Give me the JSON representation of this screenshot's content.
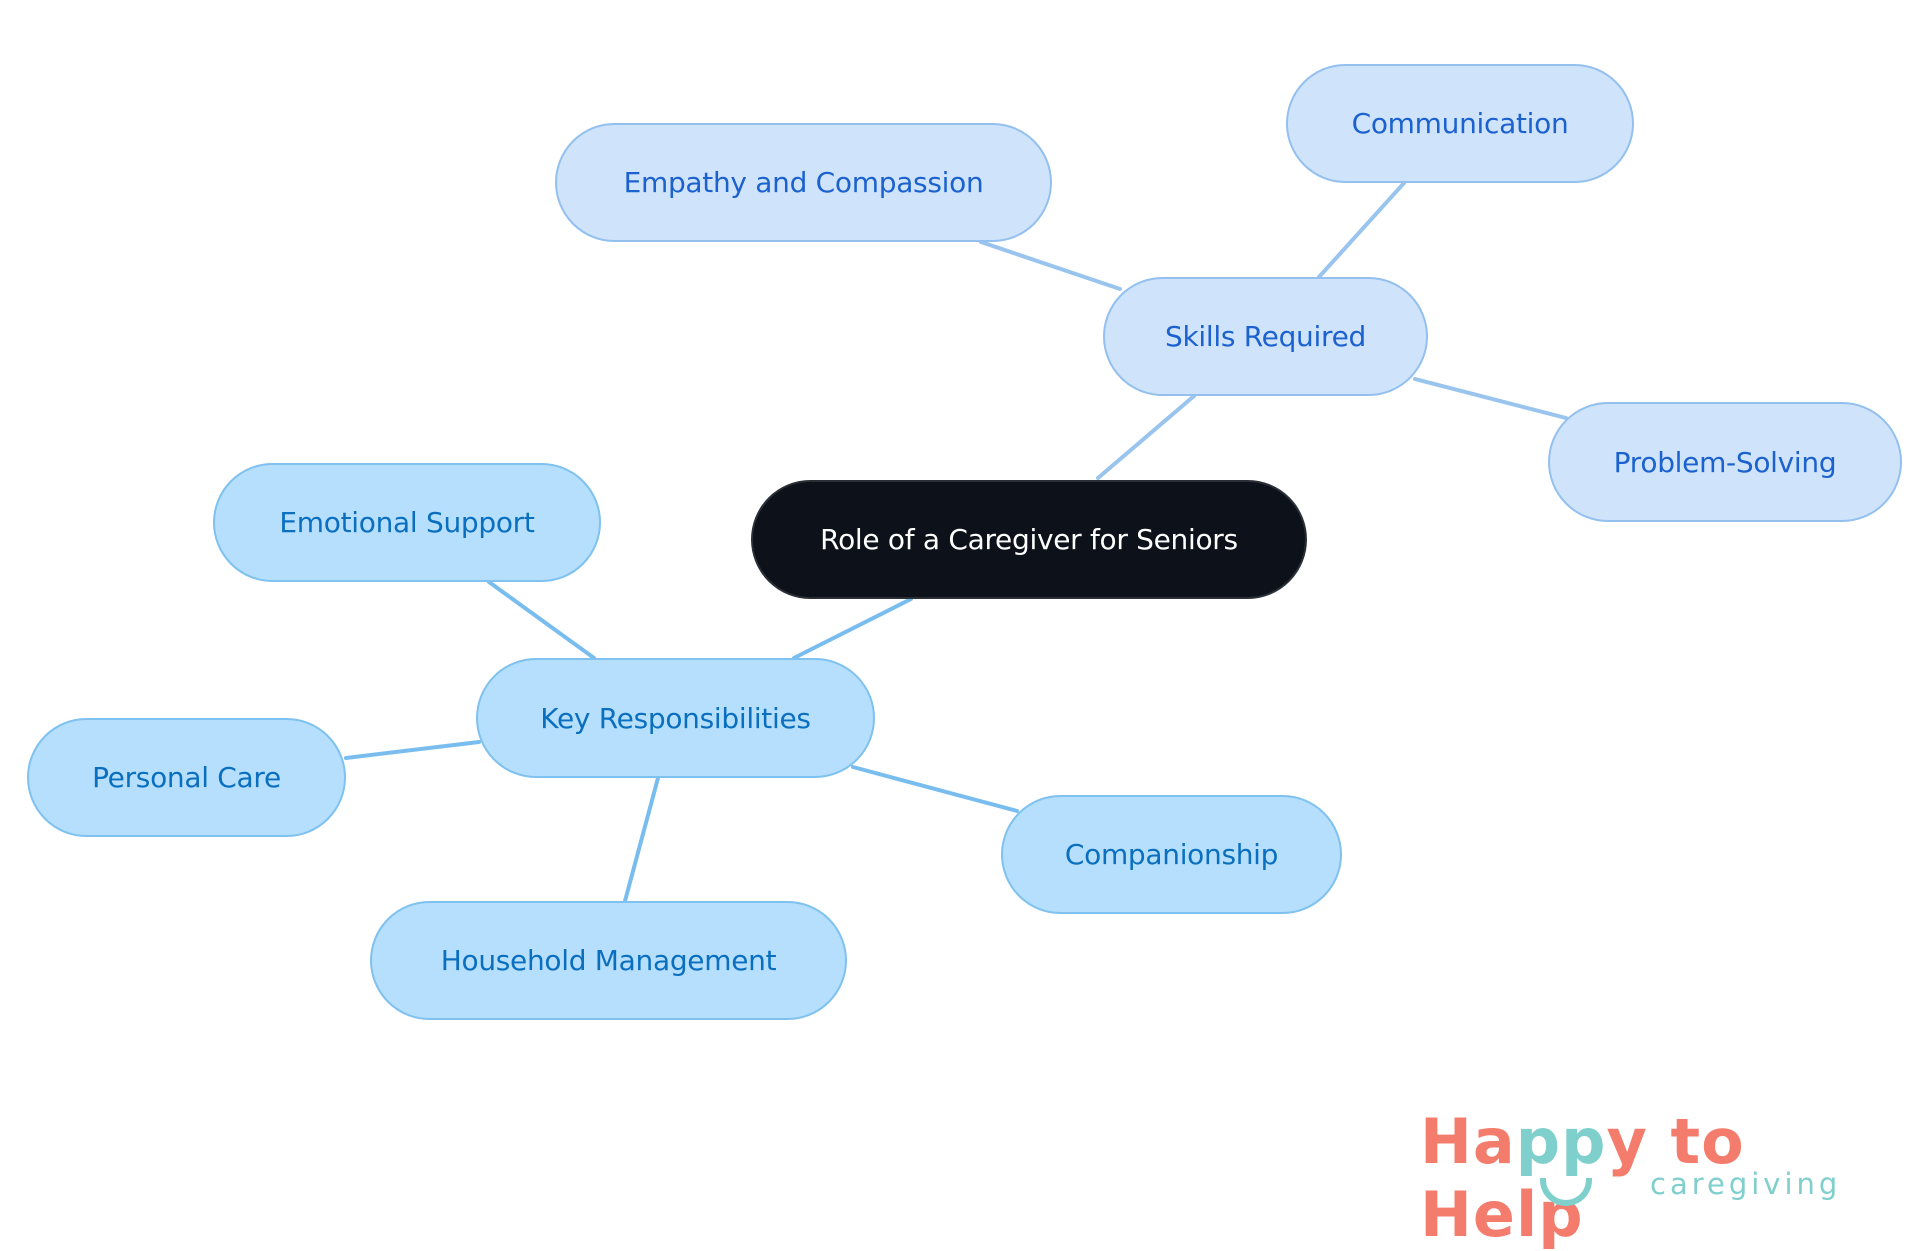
{
  "root": {
    "label": "Role of a Caregiver for Seniors"
  },
  "branches": {
    "skills": {
      "label": "Skills Required",
      "children": [
        "Empathy and Compassion",
        "Communication",
        "Problem-Solving"
      ]
    },
    "key": {
      "label": "Key Responsibilities",
      "children": [
        "Emotional Support",
        "Personal Care",
        "Household Management",
        "Companionship"
      ]
    }
  },
  "logo": {
    "line1_a": "Ha",
    "line1_b": "pp",
    "line1_c": "y to Help",
    "line2": "caregiving"
  },
  "colors": {
    "root": "#0d121a",
    "skills_fill": "#cfe3fb",
    "key_fill": "#b5dffc",
    "skills_edge": "#99c4ee",
    "key_edge": "#79bdef",
    "logo_coral": "#f47c6c",
    "logo_teal": "#7fcfcc"
  }
}
